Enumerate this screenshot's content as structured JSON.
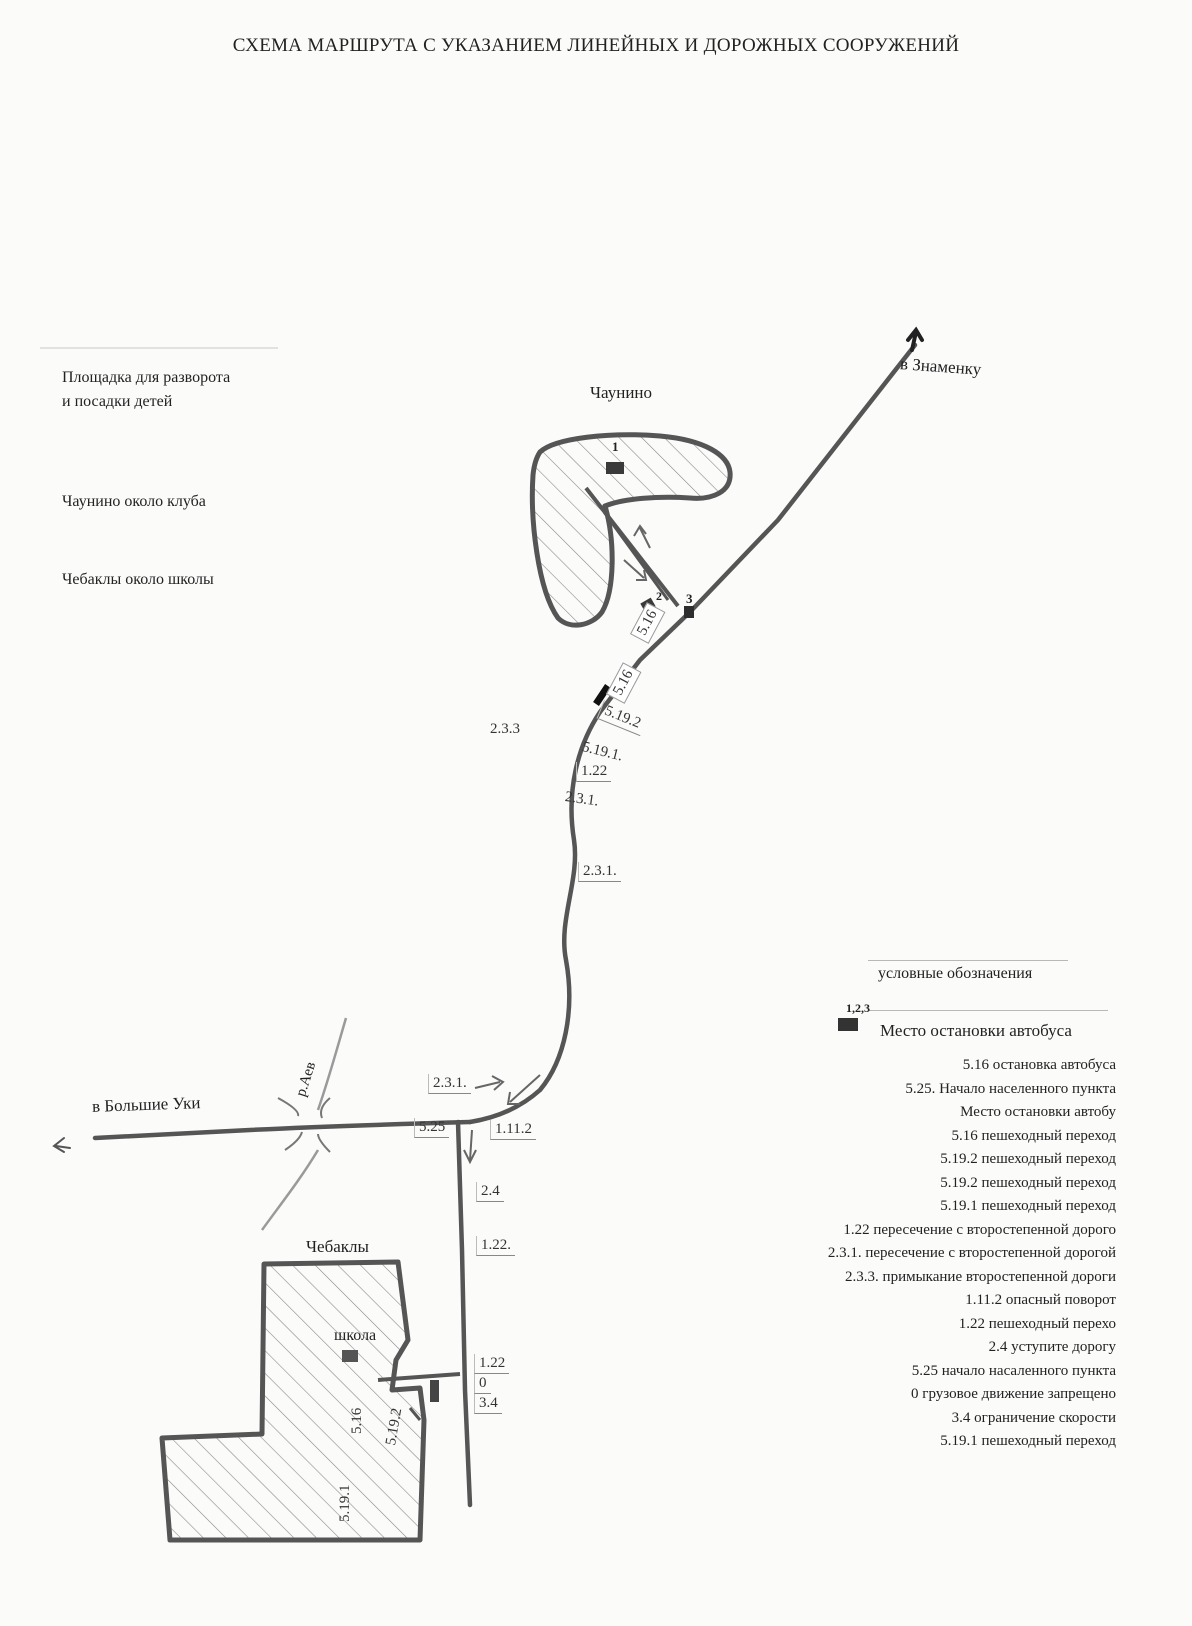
{
  "title": "СХЕМА МАРШРУТА С УКАЗАНИЕМ ЛИНЕЙНЫХ И ДОРОЖНЫХ СООРУЖЕНИЙ",
  "left_legend": {
    "line1": "Площадка для разворота",
    "line2": "и посадки детей",
    "stop_club": "Чаунино около клуба",
    "stop_school": "Чебаклы около школы"
  },
  "places": {
    "chaunino": "Чаунино",
    "to_znamenka": "в Знаменку",
    "to_bolshie_uki": "в Большие Уки",
    "river": "р.Аев",
    "chebakly": "Чебаклы",
    "school": "школа"
  },
  "stop_numbers": {
    "n1": "1",
    "n2": "2",
    "n3": "3",
    "key_marker": "1,2,3"
  },
  "signs": {
    "s516_a": "5.16",
    "s516_b": "5.16",
    "s5192_a": "5.19.2",
    "s233": "2.3.3",
    "s5191_a": "5.19.1.",
    "s122_a": "1.22",
    "s231_a": "2.3.1.",
    "s231_b": "2.3.1.",
    "s231_c": "2.3.1.",
    "s525": "5.25",
    "s1112": "1.11.2",
    "s24": "2.4",
    "s122_b": "1.22.",
    "s122_c": "1.22",
    "s0": "0",
    "s34": "3.4",
    "s516_c": "5.16",
    "s5192_b": "5.19.2",
    "s5191_b": "5.19.1"
  },
  "key": {
    "title": "условные обозначения",
    "stop_label": "Место остановки автобуса",
    "rows": [
      "5.16 остановка автобуса",
      "5.25. Начало населенного пункта",
      "Место остановки автобу",
      "5.16 пешеходный переход",
      "5.19.2 пешеходный переход",
      "5.19.2 пешеходный переход",
      "5.19.1 пешеходный переход",
      "1.22 пересечение с второстепенной дорого",
      "2.3.1. пересечение с второстепенной дорогой",
      "2.3.3. примыкание второстепенной дороги",
      "1.11.2  опасный поворот",
      "1.22 пешеходный перехо",
      "2.4 уступите дорогу",
      "5.25 начало насаленного пункта",
      "0 грузовое движение запрещено",
      "3.4  ограничение скорости",
      "5.19.1 пешеходный переход"
    ]
  },
  "colors": {
    "road": "#555555",
    "ink": "#222222",
    "hatch": "#8a8a8a"
  }
}
